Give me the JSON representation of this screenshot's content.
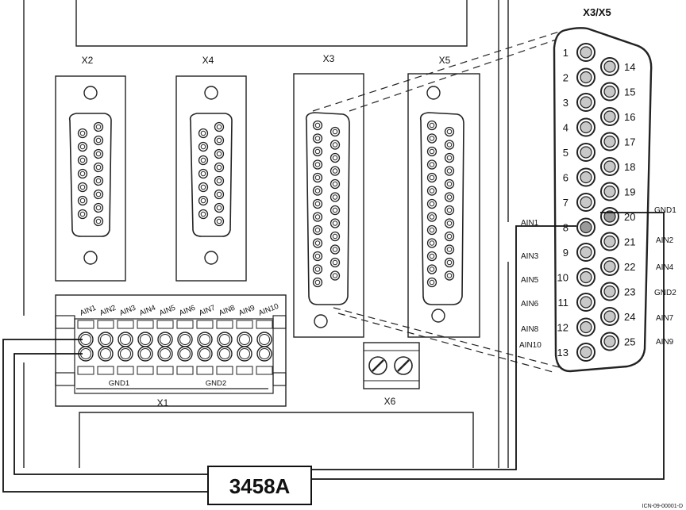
{
  "connector_labels": {
    "x2": "X2",
    "x4": "X4",
    "x3": "X3",
    "x5": "X5",
    "x1": "X1",
    "x6": "X6"
  },
  "detail_title": "X3/X5",
  "pins_top": [
    "1",
    "2",
    "3",
    "4",
    "5",
    "6",
    "7",
    "8",
    "9",
    "10",
    "11",
    "12",
    "13"
  ],
  "pins_bottom": [
    "14",
    "15",
    "16",
    "17",
    "18",
    "19",
    "20",
    "21",
    "22",
    "23",
    "24",
    "25"
  ],
  "signals_left": [
    "AIN1",
    "AIN3",
    "AIN5",
    "AIN6",
    "AIN8",
    "AIN10"
  ],
  "signals_right": [
    "GND1",
    "AIN2",
    "AIN4",
    "GND2",
    "AIN7",
    "AIN9"
  ],
  "x1_terminals": [
    "AIN1",
    "AIN2",
    "AIN3",
    "AIN4",
    "AIN5",
    "AIN6",
    "AIN7",
    "AIN8",
    "AIN9",
    "AIN10"
  ],
  "x1_ground": [
    "GND1",
    "GND2"
  ],
  "meter_label": "3458A",
  "doc_id": "ICN-09-00001-D"
}
